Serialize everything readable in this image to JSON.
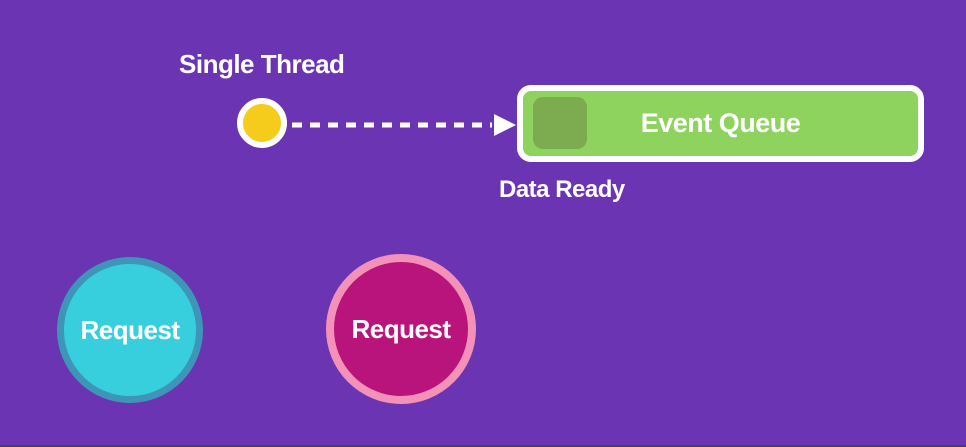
{
  "canvas": {
    "background_color": "#6b34b2",
    "bottom_edge_color": "#46424d"
  },
  "diagram": {
    "single_thread": {
      "label": "Single Thread",
      "dot_color": "#f6cc1c",
      "dot_ring_color": "#ffffff"
    },
    "arrow": {
      "color": "#ffffff",
      "style": "dashed",
      "direction": "right"
    },
    "event_queue": {
      "label": "Event Queue",
      "box_color": "#8ed35e",
      "slot_color": "#7cab50",
      "border_color": "#ffffff"
    },
    "data_ready": {
      "label": "Data Ready"
    },
    "requests": [
      {
        "label": "Request",
        "fill_color": "#37cfdd",
        "border_color": "#3d96b8"
      },
      {
        "label": "Request",
        "fill_color": "#b9137c",
        "border_color": "#f491b9"
      }
    ]
  }
}
